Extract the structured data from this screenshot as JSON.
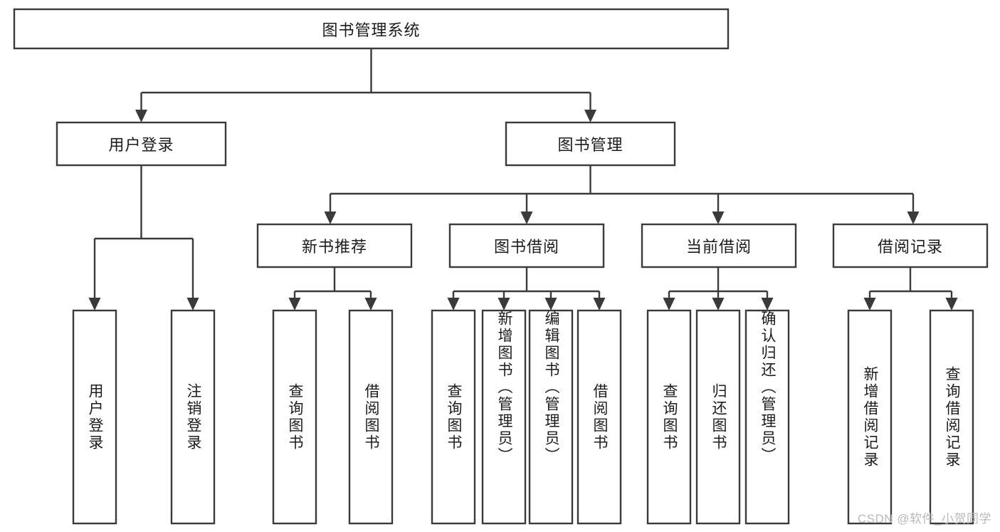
{
  "diagram": {
    "type": "hierarchy-tree",
    "title": "图书管理系统",
    "watermark": "CSDN @软件_小贺同学",
    "theme": {
      "background": "#ffffff",
      "stroke": "#3a3a3a",
      "fill": "#ffffff",
      "text": "#1c1c1c",
      "watermark_color": "#b9b9b9"
    },
    "nodes": {
      "root": {
        "label": "图书管理系统",
        "level": 0,
        "orientation": "horizontal"
      },
      "user_login": {
        "label": "用户登录",
        "level": 1,
        "orientation": "horizontal"
      },
      "book_mgmt": {
        "label": "图书管理",
        "level": 1,
        "orientation": "horizontal"
      },
      "new_book_rec": {
        "label": "新书推荐",
        "level": 2,
        "orientation": "horizontal"
      },
      "book_borrow": {
        "label": "图书借阅",
        "level": 2,
        "orientation": "horizontal"
      },
      "current_borrow": {
        "label": "当前借阅",
        "level": 2,
        "orientation": "horizontal"
      },
      "borrow_record": {
        "label": "借阅记录",
        "level": 2,
        "orientation": "horizontal"
      },
      "leaf_user_login": {
        "label": "用户登录",
        "level": 3,
        "orientation": "vertical"
      },
      "leaf_logout": {
        "label": "注销登录",
        "level": 3,
        "orientation": "vertical"
      },
      "leaf_query_book_1": {
        "label": "查询图书",
        "level": 3,
        "orientation": "vertical"
      },
      "leaf_borrow_book_1": {
        "label": "借阅图书",
        "level": 3,
        "orientation": "vertical"
      },
      "leaf_query_book_2": {
        "label": "查询图书",
        "level": 3,
        "orientation": "vertical"
      },
      "leaf_add_book": {
        "label": "新增图书（管理员）",
        "level": 3,
        "orientation": "vertical"
      },
      "leaf_edit_book": {
        "label": "编辑图书（管理员）",
        "level": 3,
        "orientation": "vertical"
      },
      "leaf_borrow_book_2": {
        "label": "借阅图书",
        "level": 3,
        "orientation": "vertical"
      },
      "leaf_query_book_3": {
        "label": "查询图书",
        "level": 3,
        "orientation": "vertical"
      },
      "leaf_return_book": {
        "label": "归还图书",
        "level": 3,
        "orientation": "vertical"
      },
      "leaf_confirm_return": {
        "label": "确认归还（管理员）",
        "level": 3,
        "orientation": "vertical"
      },
      "leaf_add_record": {
        "label": "新增借阅记录",
        "level": 3,
        "orientation": "vertical"
      },
      "leaf_query_record": {
        "label": "查询借阅记录",
        "level": 3,
        "orientation": "vertical"
      }
    },
    "edges": [
      {
        "from": "root",
        "to": "user_login"
      },
      {
        "from": "root",
        "to": "book_mgmt"
      },
      {
        "from": "book_mgmt",
        "to": "new_book_rec"
      },
      {
        "from": "book_mgmt",
        "to": "book_borrow"
      },
      {
        "from": "book_mgmt",
        "to": "current_borrow"
      },
      {
        "from": "book_mgmt",
        "to": "borrow_record"
      },
      {
        "from": "user_login",
        "to": "leaf_user_login"
      },
      {
        "from": "user_login",
        "to": "leaf_logout"
      },
      {
        "from": "new_book_rec",
        "to": "leaf_query_book_1"
      },
      {
        "from": "new_book_rec",
        "to": "leaf_borrow_book_1"
      },
      {
        "from": "book_borrow",
        "to": "leaf_query_book_2"
      },
      {
        "from": "book_borrow",
        "to": "leaf_add_book"
      },
      {
        "from": "book_borrow",
        "to": "leaf_edit_book"
      },
      {
        "from": "book_borrow",
        "to": "leaf_borrow_book_2"
      },
      {
        "from": "current_borrow",
        "to": "leaf_query_book_3"
      },
      {
        "from": "current_borrow",
        "to": "leaf_return_book"
      },
      {
        "from": "current_borrow",
        "to": "leaf_confirm_return"
      },
      {
        "from": "borrow_record",
        "to": "leaf_add_record"
      },
      {
        "from": "borrow_record",
        "to": "leaf_query_record"
      }
    ]
  }
}
